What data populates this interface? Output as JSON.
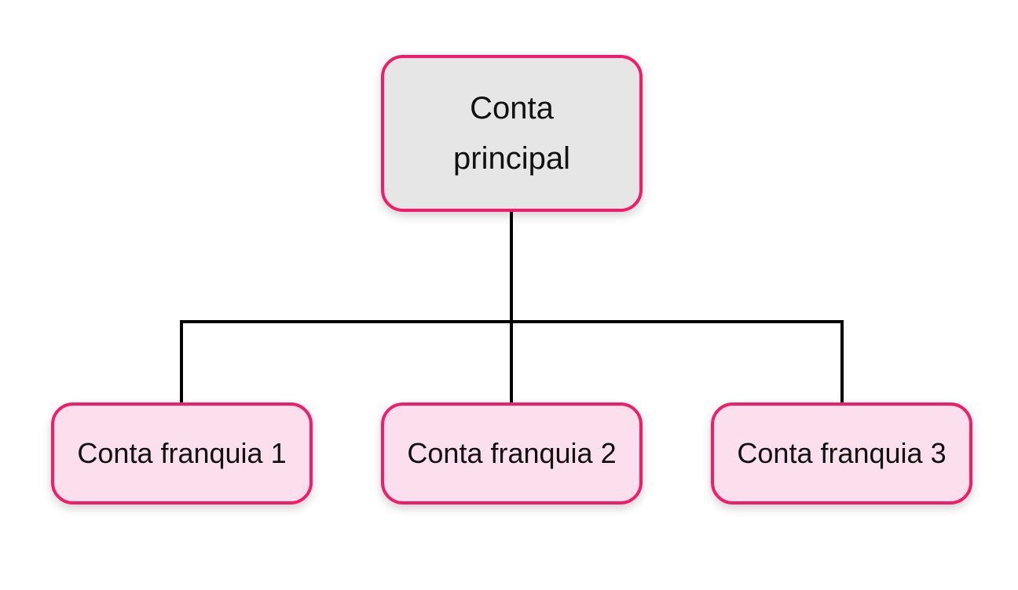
{
  "diagram": {
    "type": "org-chart",
    "root": {
      "label": "Conta principal"
    },
    "children": [
      {
        "label": "Conta franquia 1"
      },
      {
        "label": "Conta franquia 2"
      },
      {
        "label": "Conta franquia 3"
      }
    ],
    "colors": {
      "canvas-bg": "#ffffff",
      "node-border": "#f31b6a",
      "root-fill": "#e6e6e6",
      "child-fill": "#fcdfec",
      "node-text": "#111111",
      "line-color": "#000000"
    }
  }
}
